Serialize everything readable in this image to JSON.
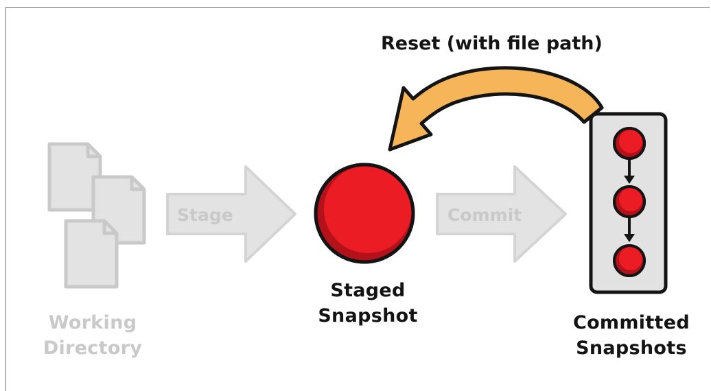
{
  "reset_label": "Reset (with file path)",
  "stage_label": "Stage",
  "commit_label": "Commit",
  "working_directory": {
    "line1": "Working",
    "line2": "Directory"
  },
  "staged_snapshot": {
    "line1": "Staged",
    "line2": "Snapshot"
  },
  "committed_snapshots": {
    "line1": "Committed",
    "line2": "Snapshots"
  },
  "colors": {
    "snapshot_red": "#ec1c24",
    "snapshot_dark_red": "#b3121a",
    "outline": "#141414",
    "inactive_grey": "#e3e3e3",
    "inactive_text": "#c9c9c9",
    "reset_arrow": "#f7b55a",
    "stack_box": "#e2e2e2"
  }
}
